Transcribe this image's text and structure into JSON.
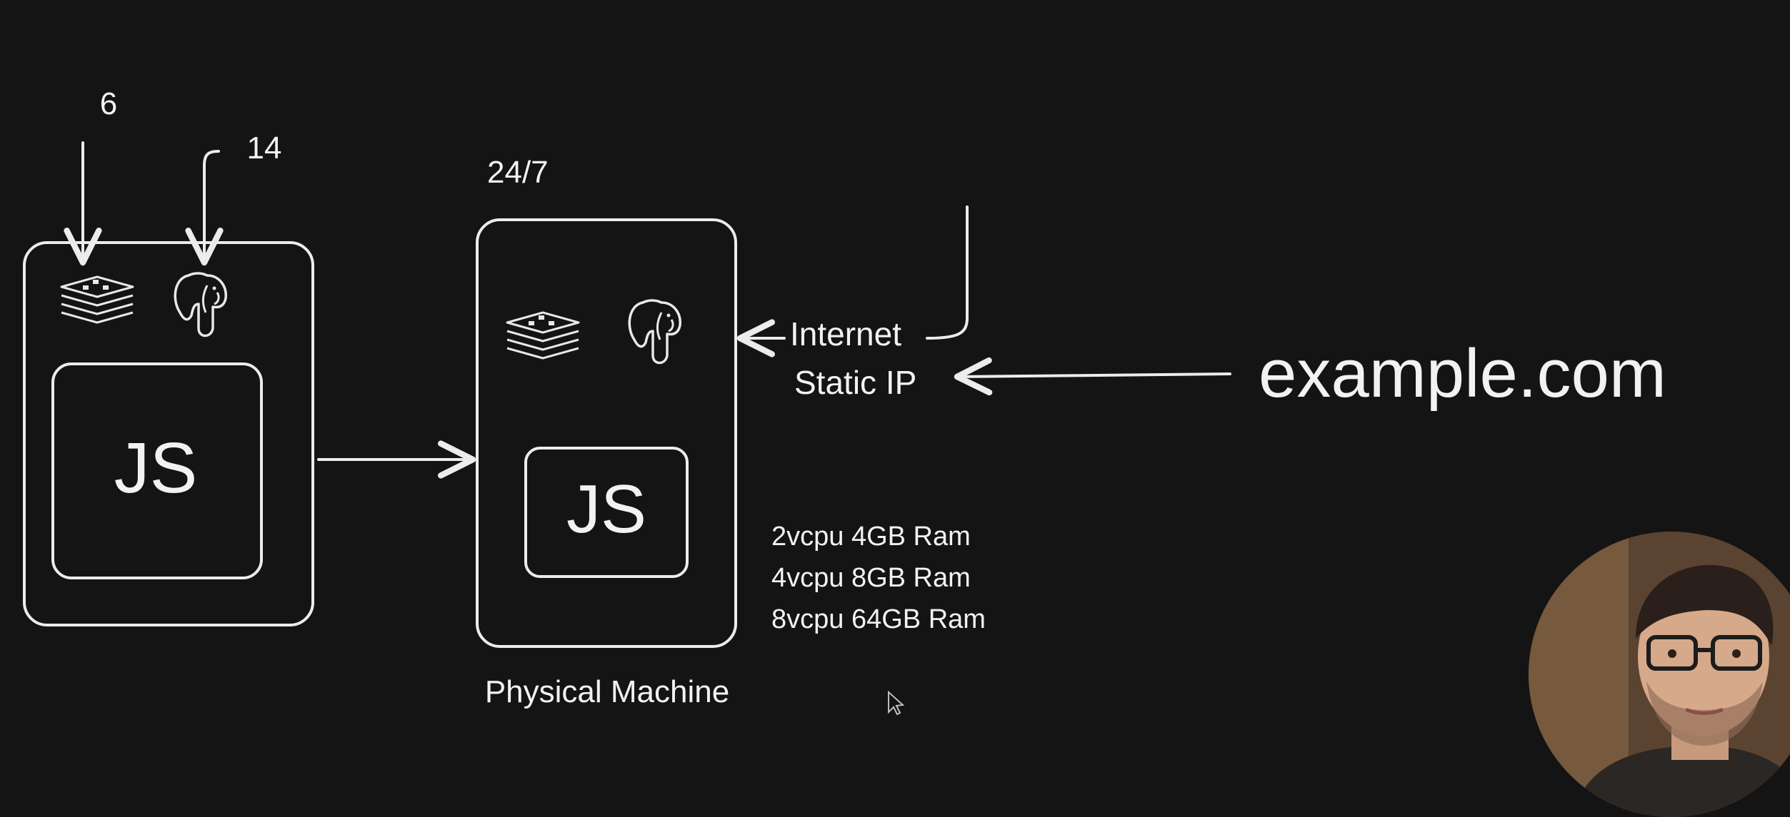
{
  "top_left": {
    "label_redis_count": "6",
    "label_pg_count": "14"
  },
  "physical_machine": {
    "label_top": "24/7",
    "js_label": "JS",
    "caption": "Physical Machine"
  },
  "local_machine": {
    "js_label": "JS"
  },
  "network": {
    "internet": "Internet",
    "static_ip": "Static IP",
    "domain": "example.com"
  },
  "specs": [
    "2vcpu 4GB Ram",
    "4vcpu 8GB Ram",
    "8vcpu 64GB Ram"
  ],
  "colors": {
    "background": "#141414",
    "ink": "#ececec"
  },
  "icons": [
    "redis-icon",
    "postgres-elephant-icon",
    "cursor-icon",
    "webcam-presenter"
  ]
}
